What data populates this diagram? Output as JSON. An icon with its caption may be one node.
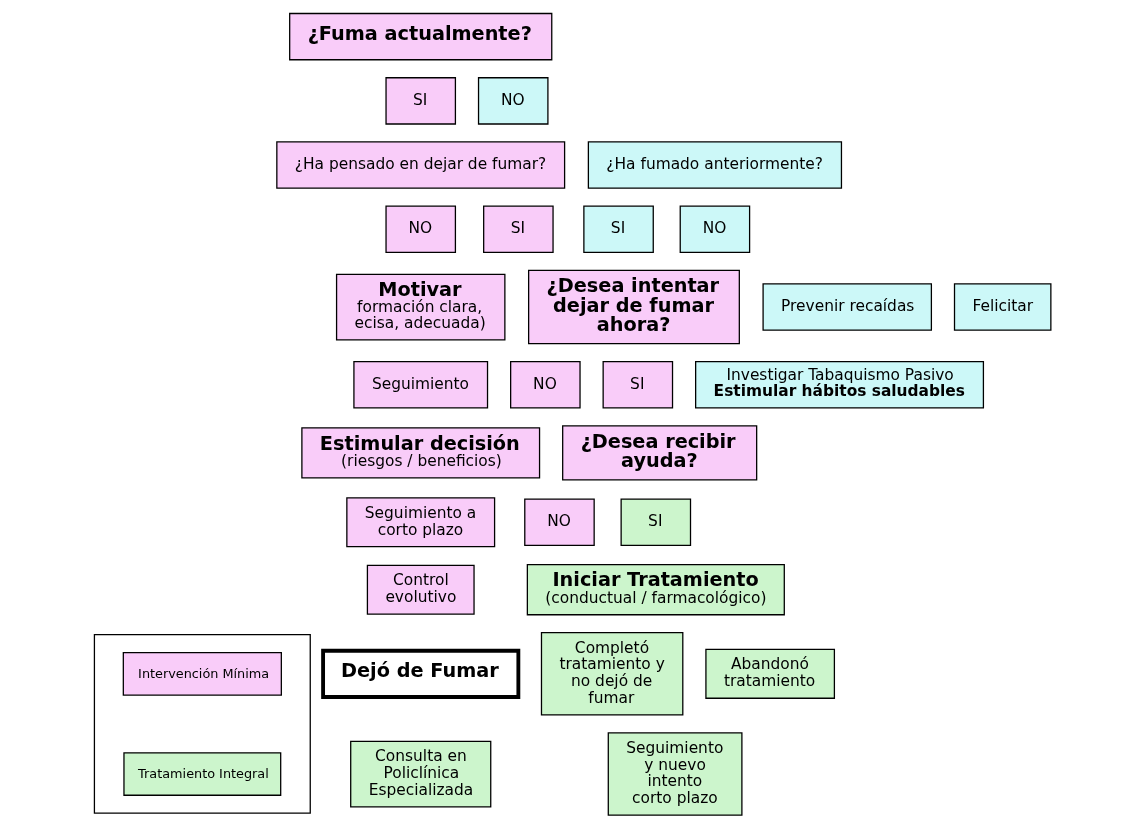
{
  "diagram": {
    "nodes": [
      {
        "text": [
          "¿Fuma actualmente?"
        ]
      },
      {
        "text": [
          "SI"
        ]
      },
      {
        "text": [
          "NO"
        ]
      },
      {
        "text": [
          "¿Ha pensado en dejar de fumar?"
        ]
      },
      {
        "text": [
          "¿Ha fumado anteriormente?"
        ]
      },
      {
        "text": [
          "NO"
        ]
      },
      {
        "text": [
          "SI"
        ]
      },
      {
        "text": [
          "SI"
        ]
      },
      {
        "text": [
          "NO"
        ]
      },
      {
        "text": [
          "Motivar",
          "formación clara, ecisa, adecuada)"
        ]
      },
      {
        "text": [
          "¿Desea intentar dejar de fumar ahora?"
        ]
      },
      {
        "text": [
          "Prevenir recaídas"
        ]
      },
      {
        "text": [
          "Felicitar"
        ]
      },
      {
        "text": [
          "Seguimiento"
        ]
      },
      {
        "text": [
          "NO"
        ]
      },
      {
        "text": [
          "SI"
        ]
      },
      {
        "text": [
          "Investigar Tabaquismo Pasivo",
          "Estimular hábitos saludables"
        ]
      },
      {
        "text": [
          "Estimular decisión",
          "(riesgos / beneficios)"
        ]
      },
      {
        "text": [
          "¿Desea recibir ayuda?"
        ]
      },
      {
        "text": [
          "Seguimiento a corto plazo"
        ]
      },
      {
        "text": [
          "NO"
        ]
      },
      {
        "text": [
          "SI"
        ]
      },
      {
        "text": [
          "Control evolutivo"
        ]
      },
      {
        "text": [
          "Iniciar Tratamiento",
          "(conductual / farmacológico)"
        ]
      },
      {
        "text": [
          "Dejó de Fumar"
        ]
      },
      {
        "text": [
          "Completó tratamiento y no dejó de fumar"
        ]
      },
      {
        "text": [
          "Abandonó tratamiento"
        ]
      },
      {
        "text": [
          "Consulta en Policlínica Especializada"
        ]
      },
      {
        "text": [
          "Seguimiento y nuevo intento corto plazo"
        ]
      },
      {
        "text": [],
        "shape": "box"
      }
    ],
    "edges": [],
    "legend": [
      {
        "text": "Intervención Mínima",
        "color": "#f9ccf9"
      },
      {
        "text": "Tratamiento Integral",
        "color": "#ccf5cc"
      }
    ]
  }
}
